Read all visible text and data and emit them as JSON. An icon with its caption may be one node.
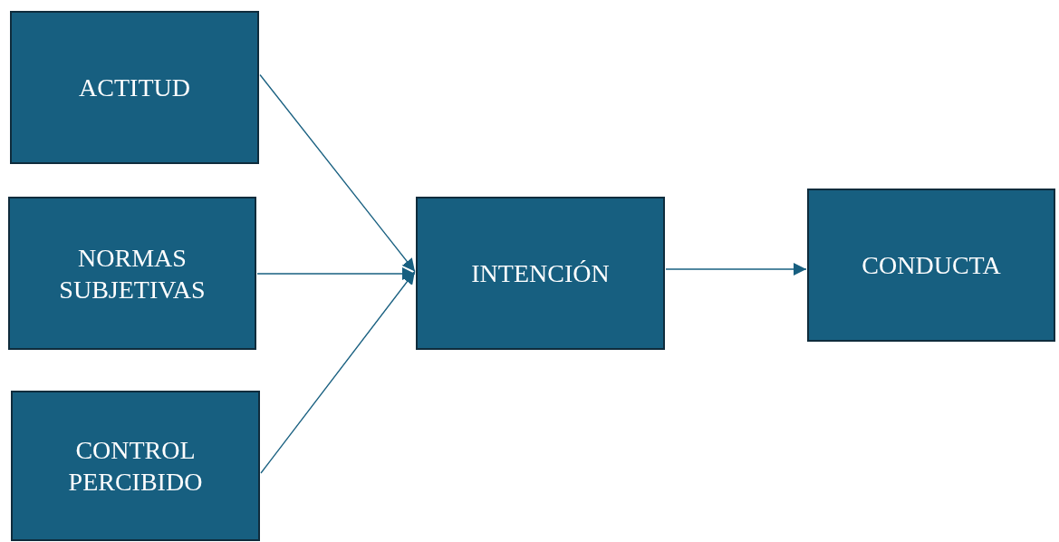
{
  "diagram": {
    "nodes": [
      {
        "text": [
          "ACTITUD"
        ]
      },
      {
        "text": [
          "NORMAS SUBJETIVAS"
        ]
      },
      {
        "text": [
          "CONTROL PERCIBIDO"
        ]
      },
      {
        "text": [
          "INTENCIÓN"
        ]
      },
      {
        "text": [
          "CONDUCTA"
        ]
      }
    ],
    "edges": [
      {
        "from": 0,
        "to": 3,
        "arrow": "to"
      },
      {
        "from": 1,
        "to": 3,
        "arrow": "to"
      },
      {
        "from": 2,
        "to": 3,
        "arrow": "to"
      },
      {
        "from": 3,
        "to": 4,
        "arrow": "to"
      }
    ]
  }
}
